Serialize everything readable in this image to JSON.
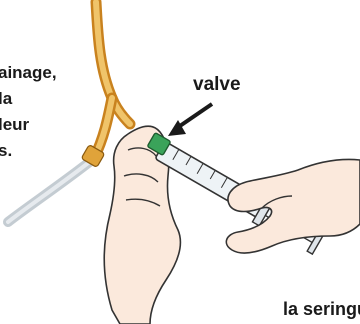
{
  "text_lines": [
    "ainage,",
    "la",
    "leur",
    "s."
  ],
  "valve_label": "valve",
  "syringe_label": "la seringue"
}
